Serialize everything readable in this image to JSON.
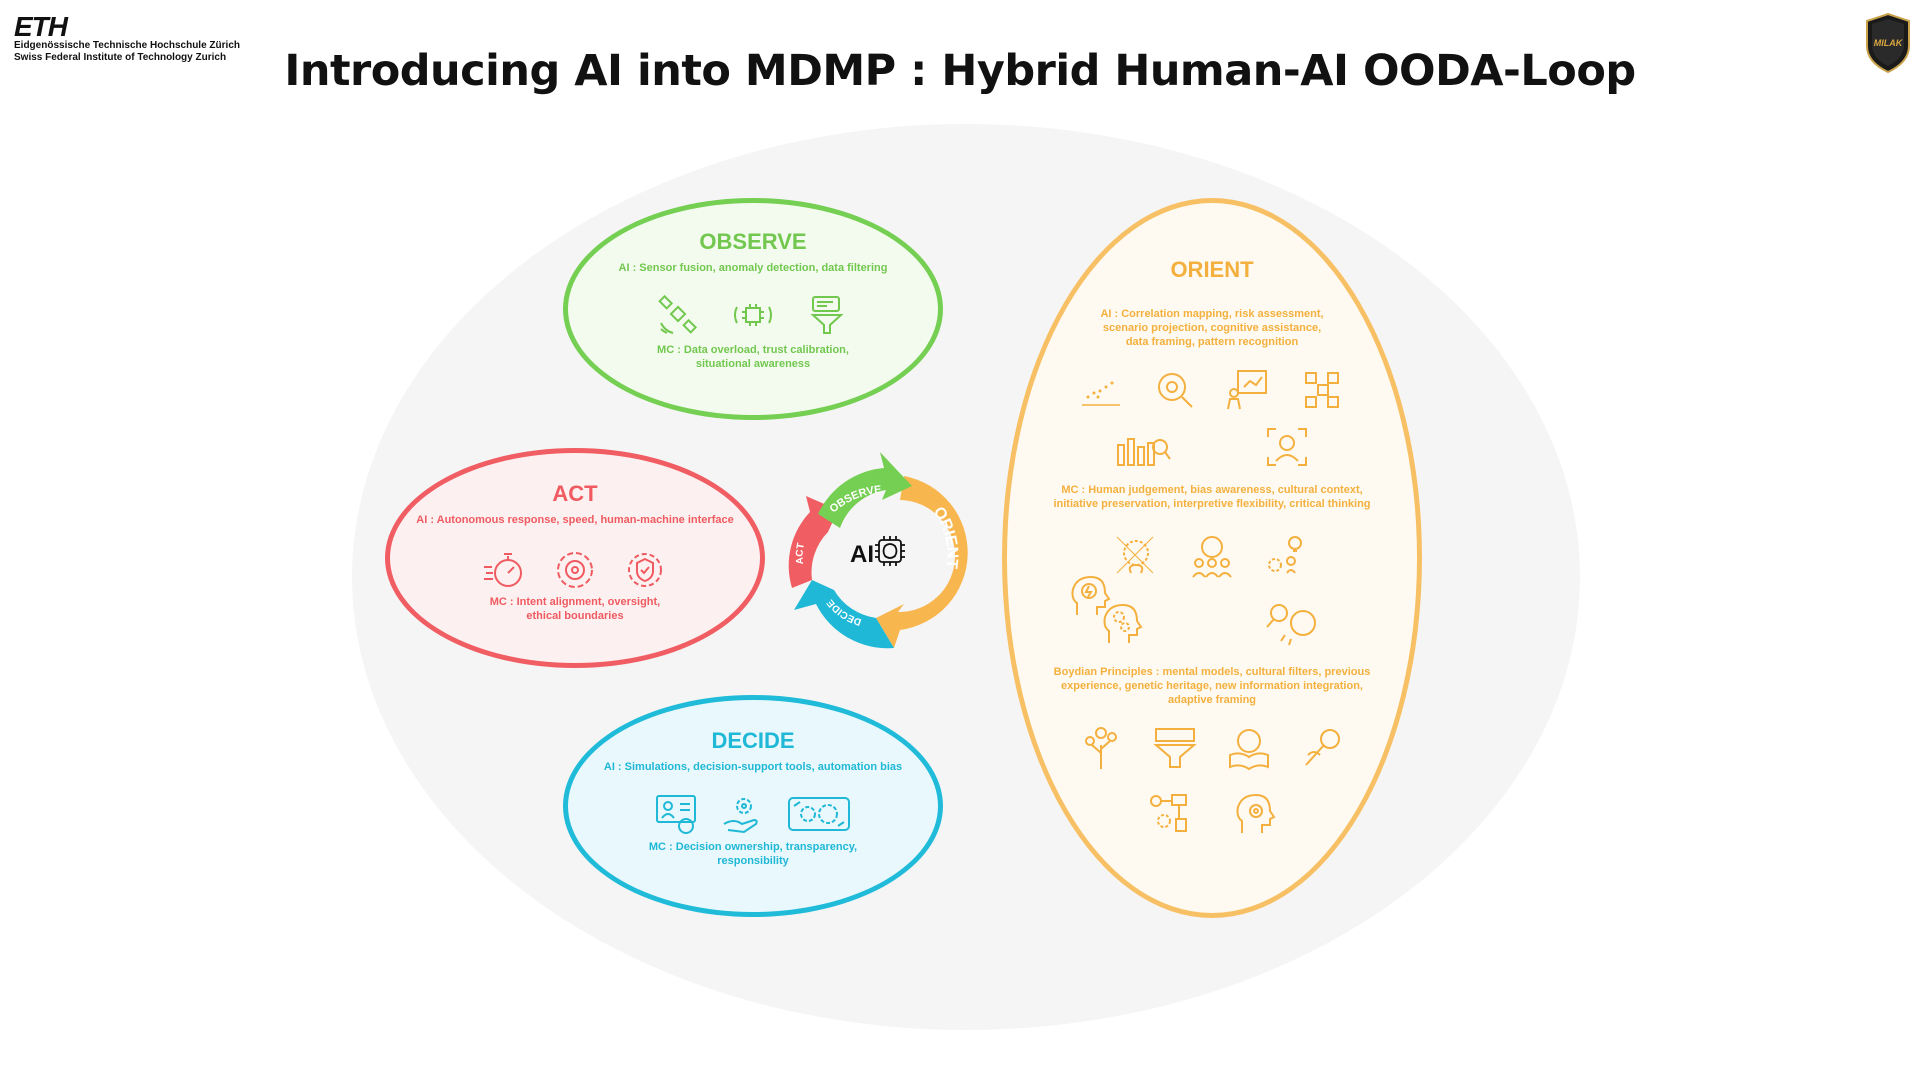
{
  "header": {
    "eth_mark": "ETH",
    "eth_line1": "Eidgenössische Technische Hochschule Zürich",
    "eth_line2": "Swiss Federal Institute of Technology Zurich",
    "title": "Introducing AI into MDMP : Hybrid Human-AI OODA-Loop",
    "badge_text": "MILAK"
  },
  "colors": {
    "observe": "#74cf52",
    "act": "#f05e63",
    "decide": "#1fbbd9",
    "orient": "#f8c064"
  },
  "observe": {
    "title": "OBSERVE",
    "ai": "AI : Sensor fusion, anomaly detection, data filtering",
    "mc_line1": "MC  : Data overload, trust calibration,",
    "mc_line2": "situational awareness",
    "icons": [
      "satellite-icon",
      "sensor-chip-icon",
      "data-filter-icon"
    ]
  },
  "act": {
    "title": "ACT",
    "ai": "AI : Autonomous response, speed, human-machine interface",
    "mc_line1": "MC : Intent alignment, oversight,",
    "mc_line2": "ethical boundaries",
    "icons": [
      "stopwatch-icon",
      "target-gear-icon",
      "gear-shield-icon"
    ]
  },
  "decide": {
    "title": "DECIDE",
    "ai": "AI : Simulations, decision-support tools, automation bias",
    "mc_line1": "MC : Decision ownership, transparency,",
    "mc_line2": "responsibility",
    "icons": [
      "decision-dashboard-icon",
      "hand-gear-icon",
      "automation-gears-icon"
    ]
  },
  "orient": {
    "title": "ORIENT",
    "ai_line1": "AI : Correlation mapping, risk assessment,",
    "ai_line2": "scenario projection, cognitive assistance,",
    "ai_line3": "data framing, pattern recognition",
    "mc_line1": "MC : Human judgement, bias awareness, cultural context,",
    "mc_line2": "initiative preservation, interpretive flexibility, critical thinking",
    "boyd_line1": "Boydian Principles : mental models, cultural filters, previous",
    "boyd_line2": "experience, genetic heritage, new information integration,",
    "boyd_line3": "adaptive framing",
    "icons": [
      "scatter-icon",
      "risk-magnifier-icon",
      "presentation-icon",
      "network-icon",
      "bar-analysis-icon",
      "face-scan-icon",
      "head-lightning-icon",
      "brain-network-icon",
      "group-globe-icon",
      "idea-gear-icon",
      "head-gears-icon",
      "brain-search-icon",
      "tree-head-icon",
      "filter-funnel-icon",
      "book-globe-icon",
      "dna-search-icon",
      "idea-flow-icon",
      "head-target-icon"
    ]
  },
  "wheel": {
    "center": "AI",
    "observe": "OBSERVE",
    "orient": "ORIENT",
    "decide": "DECIDE",
    "act": "ACT"
  }
}
